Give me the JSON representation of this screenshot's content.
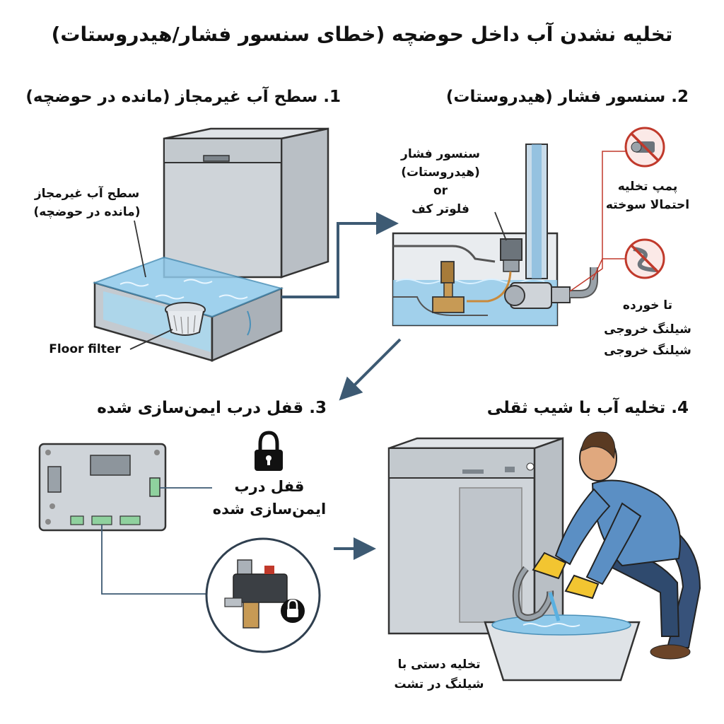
{
  "title": "تخلیه نشدن آب داخل حوضچه (خطای سنسور فشار/هیدروستات)",
  "sections": [
    {
      "heading": "1. سطح آب غیرمجاز (مانده در حوضچه)",
      "labels": {
        "water_level_line1": "سطح آب غیرمجاز",
        "water_level_line2": "(مانده در حوضچه)",
        "floor_filter": "Floor filter"
      }
    },
    {
      "heading": "2. سنسور فشار (هیدروستات)",
      "labels": {
        "sensor_line1": "سنسور فشار",
        "sensor_line2": "(هیدروستات)",
        "sensor_or": "or",
        "sensor_line3": "فلوتر کف",
        "pump_line1": "پمپ تخلیه",
        "pump_line2": "احتمالا سوخته",
        "hose_line1": "تا خورده",
        "hose_line2": "شیلنگ خروجی",
        "hose_line3": "شیلنگ خروجی"
      }
    },
    {
      "heading": "3. قفل درب ایمن‌سازی شده",
      "labels": {
        "lock_line1": "قفل درب",
        "lock_line2": "ایمن‌سازی شده"
      }
    },
    {
      "heading": "4. تخلیه آب با شیب ثقلی",
      "labels": {
        "manual_line1": "تخلیه دستی با",
        "manual_line2": "شیلنگ در تشت"
      }
    }
  ],
  "colors": {
    "arrow": "#3d5a73",
    "water": "#8fc9ea",
    "metal": "#cfd4d9",
    "warning": "#c0392b",
    "shirt": "#5b8fc4",
    "gloves": "#f2c531"
  },
  "icons": [
    "lock-icon",
    "no-pump-icon",
    "no-kinked-hose-icon",
    "arrow-icon"
  ]
}
